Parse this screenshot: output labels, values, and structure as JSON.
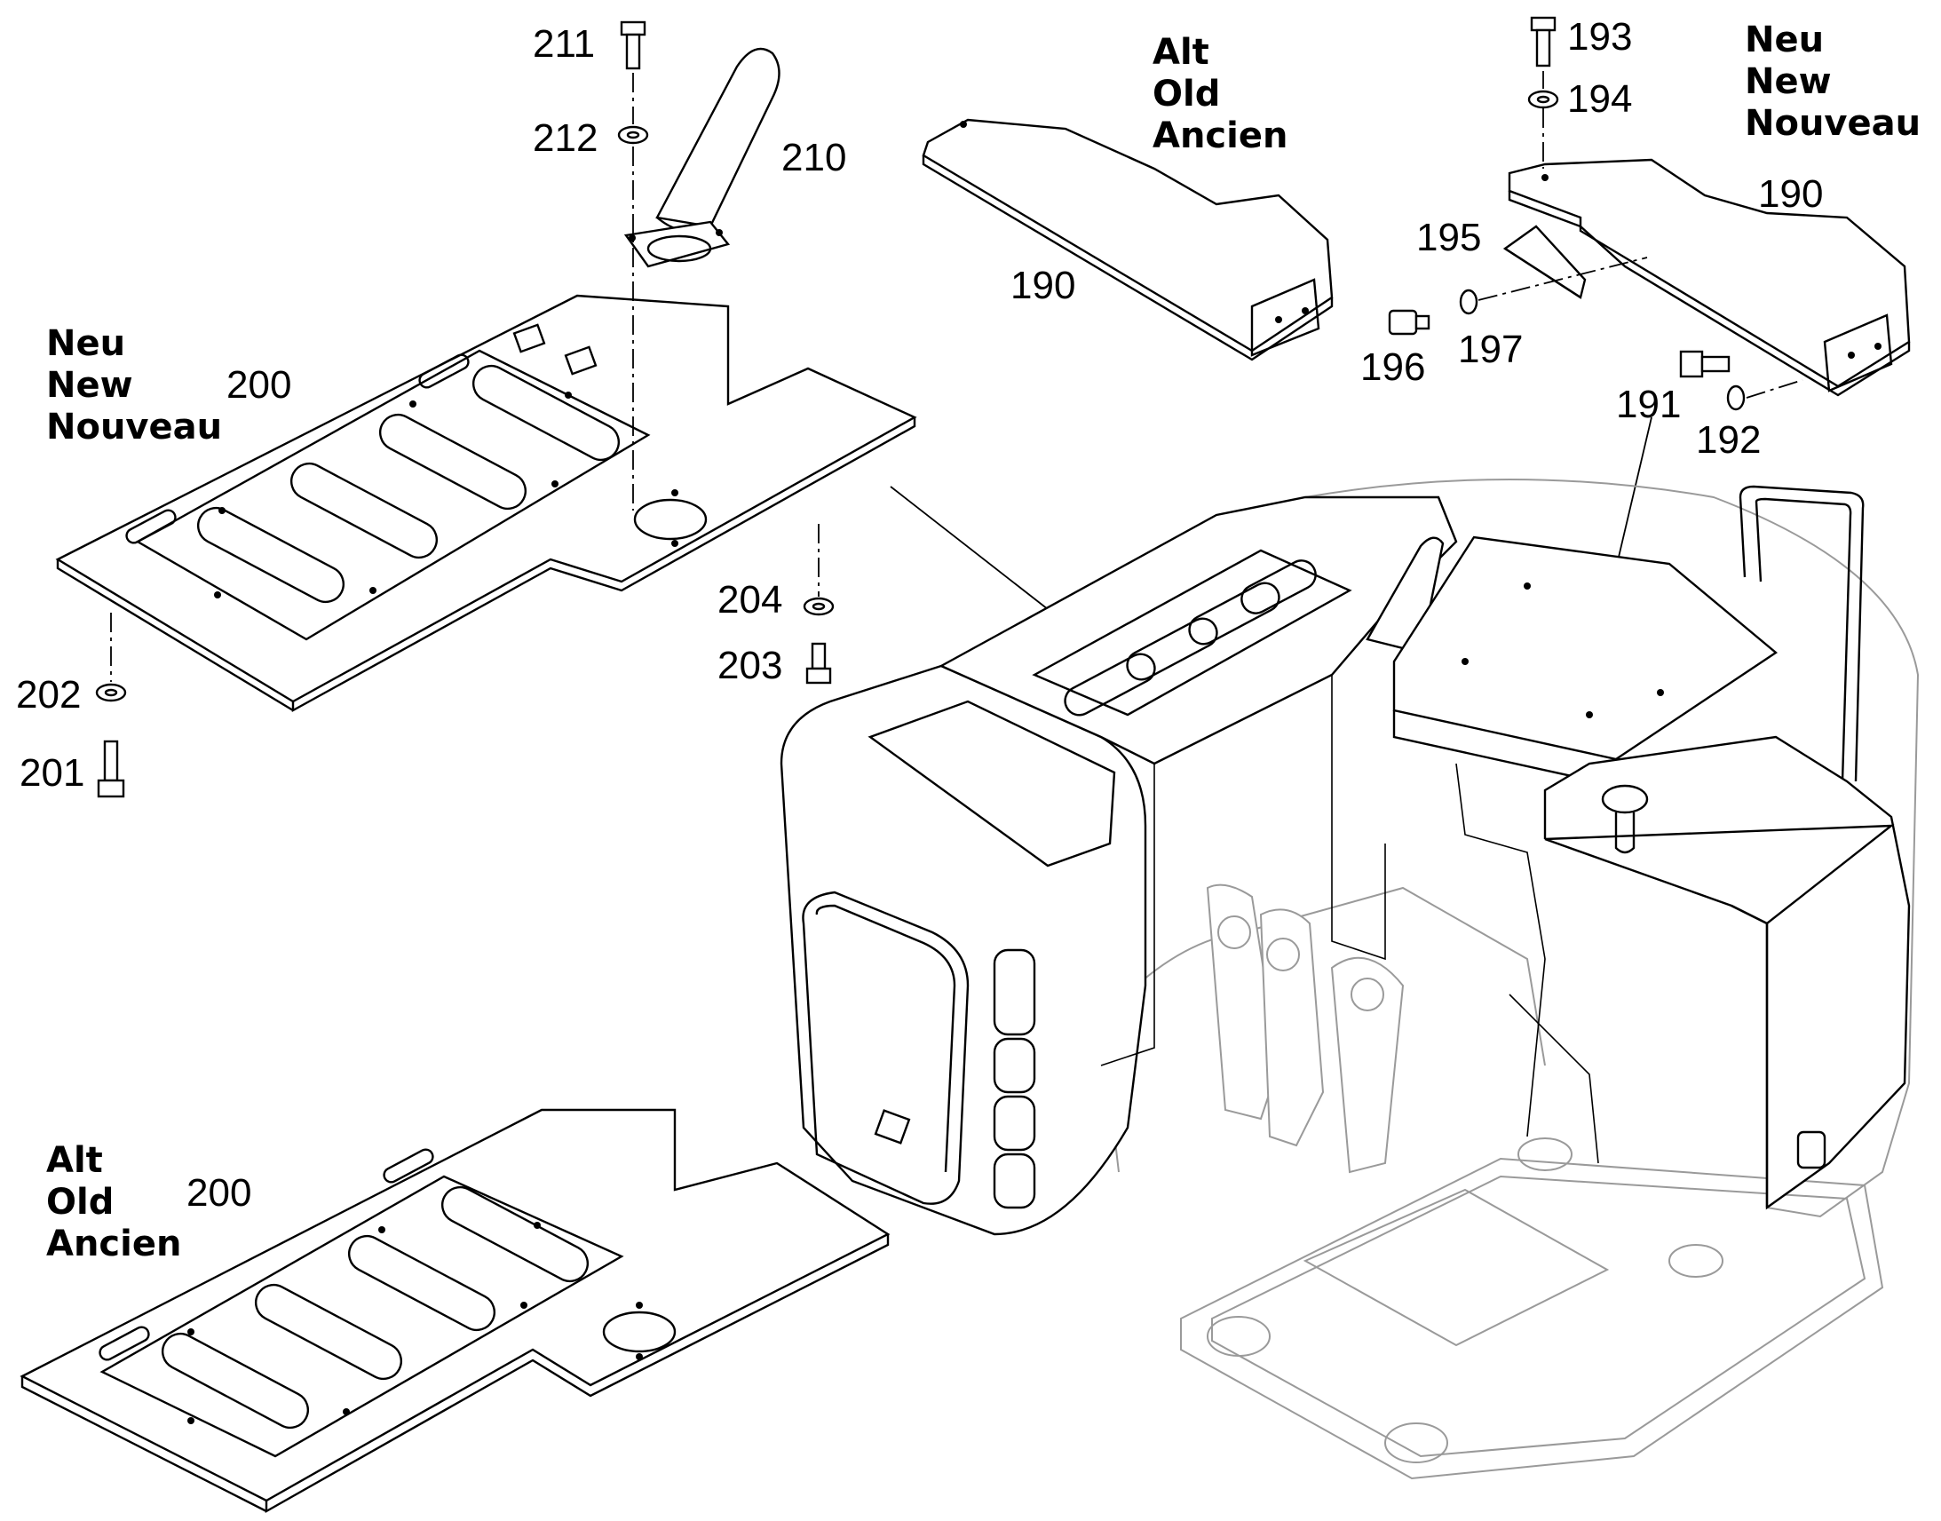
{
  "variants": {
    "new_panel_200": [
      "Neu",
      "New",
      "Nouveau"
    ],
    "old_panel_200": [
      "Alt",
      "Old",
      "Ancien"
    ],
    "old_cover_190": [
      "Alt",
      "Old",
      "Ancien"
    ],
    "new_cover_190": [
      "Neu",
      "New",
      "Nouveau"
    ]
  },
  "parts": {
    "p190_old": "190",
    "p190_new": "190",
    "p191": "191",
    "p192": "192",
    "p193": "193",
    "p194": "194",
    "p195": "195",
    "p196": "196",
    "p197": "197",
    "p200_new": "200",
    "p200_old": "200",
    "p201": "201",
    "p202": "202",
    "p203": "203",
    "p204": "204",
    "p210": "210",
    "p211": "211",
    "p212": "212"
  },
  "icons": [
    "bolt-icon",
    "washer-icon",
    "screw-icon"
  ]
}
